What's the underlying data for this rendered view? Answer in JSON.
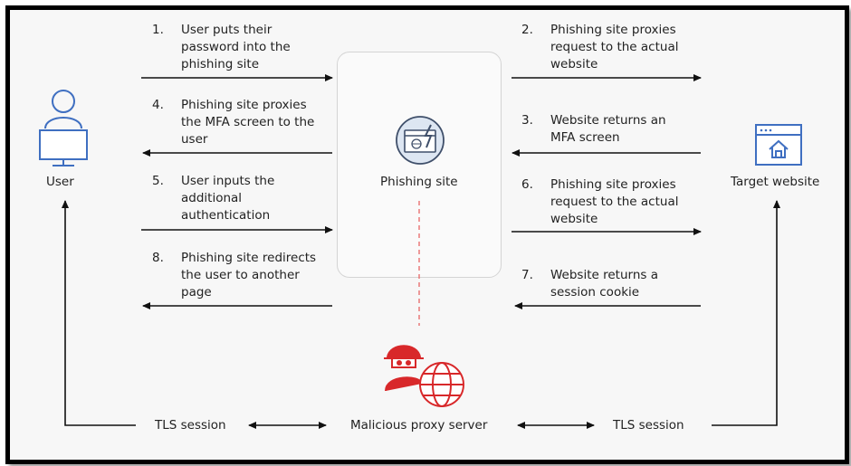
{
  "steps": [
    {
      "num": "1.",
      "text": "User puts their password into the phishing site"
    },
    {
      "num": "2.",
      "text": "Phishing site proxies request to the actual website"
    },
    {
      "num": "3.",
      "text": "Website returns an MFA screen"
    },
    {
      "num": "4.",
      "text": "Phishing site proxies the MFA screen to the user"
    },
    {
      "num": "5.",
      "text": "User inputs the additional authentication"
    },
    {
      "num": "6.",
      "text": "Phishing site proxies request to the actual website"
    },
    {
      "num": "7.",
      "text": "Website returns a session cookie"
    },
    {
      "num": "8.",
      "text": "Phishing site redirects the user to another page"
    }
  ],
  "nodes": {
    "user": "User",
    "phishing_site": "Phishing site",
    "target_website": "Target website",
    "proxy_server": "Malicious proxy server"
  },
  "tls_left": "TLS session",
  "tls_right": "TLS session",
  "colors": {
    "blue_icon": "#3f6fc1",
    "red_icon": "#d8282a",
    "dash_line": "#e87070",
    "arrow": "#111111"
  },
  "icons": {
    "user": "user-computer-icon",
    "phishing_site": "phishing-site-icon",
    "target_website": "website-home-icon",
    "proxy_server": "hacker-globe-icon"
  }
}
